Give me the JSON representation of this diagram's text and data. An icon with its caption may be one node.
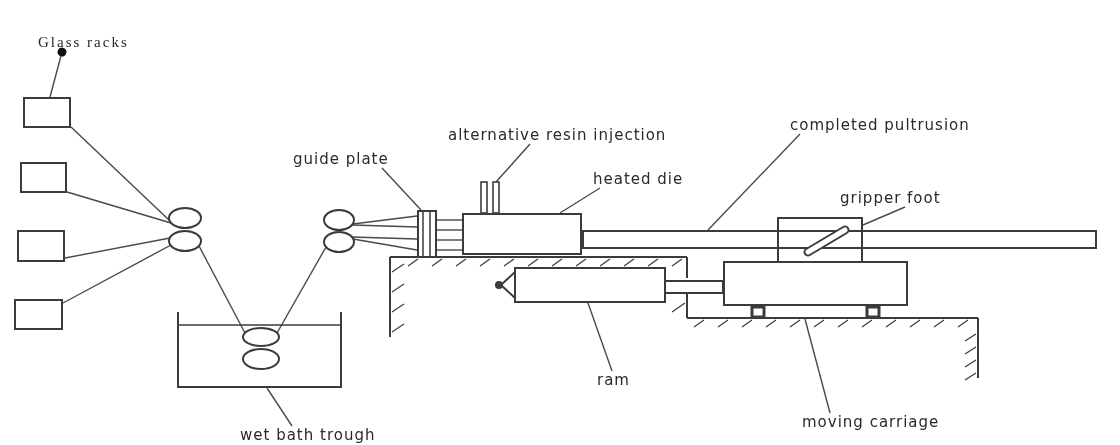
{
  "diagram": {
    "nodes": [
      {
        "text": [
          "Glass racks"
        ]
      },
      {
        "text": [],
        "shape": "box"
      },
      {
        "text": [],
        "shape": "box"
      },
      {
        "text": [],
        "shape": "box"
      },
      {
        "text": [],
        "shape": "box"
      },
      {
        "text": [],
        "shape": "circle"
      },
      {
        "text": [],
        "shape": "circle"
      },
      {
        "text": [],
        "shape": "box"
      },
      {
        "text": [],
        "shape": "circle",
        "in": 7
      },
      {
        "text": [],
        "shape": "circle",
        "in": 7
      },
      {
        "text": [
          "wet bath trough"
        ]
      },
      {
        "text": [],
        "shape": "circle"
      },
      {
        "text": [],
        "shape": "circle"
      },
      {
        "text": [
          "guide plate"
        ]
      },
      {
        "text": [],
        "shape": "bar"
      },
      {
        "text": [
          "alternative resin injection"
        ]
      },
      {
        "text": [],
        "shape": "bar"
      },
      {
        "text": [
          "heated die"
        ]
      },
      {
        "text": [],
        "shape": "box"
      },
      {
        "text": [
          "completed pultrusion"
        ]
      },
      {
        "text": [],
        "shape": "bar"
      },
      {
        "text": [
          "gripper foot"
        ]
      },
      {
        "text": [],
        "shape": "box"
      },
      {
        "text": [
          "ram"
        ]
      },
      {
        "text": [],
        "shape": "cylinder"
      },
      {
        "text": [
          "moving carriage"
        ]
      },
      {
        "text": [],
        "shape": "box"
      }
    ],
    "edges": [
      {
        "from": 0,
        "to": 1,
        "arrow": "other"
      },
      {
        "from": 1,
        "to": 5,
        "arrow": "none"
      },
      {
        "from": 2,
        "to": 5,
        "arrow": "none"
      },
      {
        "from": 3,
        "to": 6,
        "arrow": "none"
      },
      {
        "from": 4,
        "to": 6,
        "arrow": "none"
      },
      {
        "from": 6,
        "to": 8,
        "arrow": "none"
      },
      {
        "from": 8,
        "to": 12,
        "arrow": "none"
      },
      {
        "from": 10,
        "to": 7,
        "arrow": "none"
      },
      {
        "from": 11,
        "to": 14,
        "arrow": "none"
      },
      {
        "from": 11,
        "to": 14,
        "arrow": "none"
      },
      {
        "from": 12,
        "to": 14,
        "arrow": "none"
      },
      {
        "from": 12,
        "to": 14,
        "arrow": "none"
      },
      {
        "from": 13,
        "to": 14,
        "arrow": "none"
      },
      {
        "from": 14,
        "to": 18,
        "arrow": "none"
      },
      {
        "from": 14,
        "to": 18,
        "arrow": "none"
      },
      {
        "from": 14,
        "to": 18,
        "arrow": "none"
      },
      {
        "from": 14,
        "to": 18,
        "arrow": "none"
      },
      {
        "from": 15,
        "to": 16,
        "arrow": "none"
      },
      {
        "from": 17,
        "to": 18,
        "arrow": "none"
      },
      {
        "from": 19,
        "to": 20,
        "arrow": "none"
      },
      {
        "from": 21,
        "to": 22,
        "arrow": "none"
      },
      {
        "from": 23,
        "to": 24,
        "arrow": "none"
      },
      {
        "from": 25,
        "to": 26,
        "arrow": "none"
      }
    ]
  }
}
